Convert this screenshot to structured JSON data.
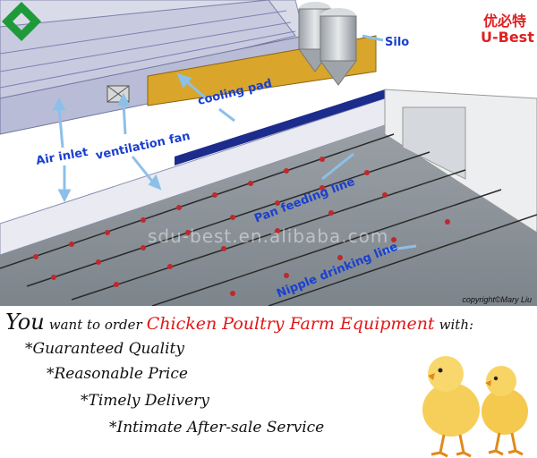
{
  "diagram": {
    "labels": {
      "silo": "Silo",
      "cooling_pad": "cooling pad",
      "air_inlet": "Air inlet",
      "ventilation_fan": "ventilation fan",
      "pan_feeding_line": "Pan feeding line",
      "nipple_drinking_line": "Nipple drinking line"
    },
    "watermark": "sdu-best.en.alibaba.com",
    "copyright": "copyright©Mary Liu",
    "label_color": "#1a3fd0"
  },
  "brand": {
    "chinese_name": "优必特",
    "english_name": "U-Best",
    "logo_color": "#1e9a3a",
    "text_color": "#e02020"
  },
  "promo": {
    "you": "You",
    "want_to_order": "want to order",
    "product": "Chicken Poultry Farm Equipment",
    "with": "with:",
    "bullets": [
      "*Guaranteed Quality",
      "*Reasonable Price",
      "*Timely Delivery",
      "*Intimate After-sale Service"
    ],
    "product_color": "#e01818"
  }
}
